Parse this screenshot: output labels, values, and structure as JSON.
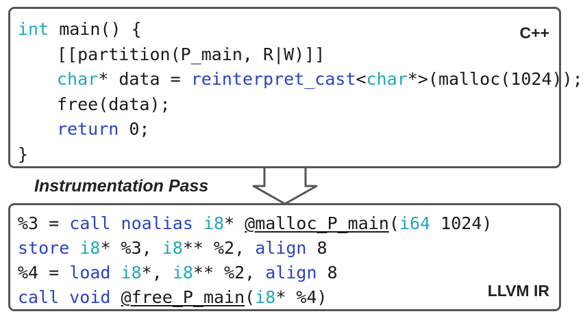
{
  "cpp_panel": {
    "language_label": "C++",
    "lines": [
      [
        {
          "t": "int",
          "c": "ty"
        },
        {
          "t": " main() {"
        }
      ],
      [
        {
          "t": "[[partition(P_main, R|W)]]"
        }
      ],
      [
        {
          "t": "char",
          "c": "ty"
        },
        {
          "t": "* data = "
        },
        {
          "t": "reinterpret_cast",
          "c": "kw"
        },
        {
          "t": "<"
        },
        {
          "t": "char",
          "c": "ty"
        },
        {
          "t": "*>(malloc(1024));"
        }
      ],
      [
        {
          "t": "free(data);"
        }
      ],
      [
        {
          "t": "return",
          "c": "kw"
        },
        {
          "t": " 0;"
        }
      ],
      [
        {
          "t": "}"
        }
      ]
    ],
    "indent": [
      0,
      1,
      1,
      1,
      1,
      0
    ]
  },
  "pass_label": "Instrumentation Pass",
  "ir_panel": {
    "language_label": "LLVM IR",
    "lines": [
      [
        {
          "t": "%3 = "
        },
        {
          "t": "call noalias",
          "c": "kw"
        },
        {
          "t": " "
        },
        {
          "t": "i8",
          "c": "ty"
        },
        {
          "t": "* "
        },
        {
          "t": "@malloc_P_main",
          "c": "u"
        },
        {
          "t": "("
        },
        {
          "t": "i64",
          "c": "ty"
        },
        {
          "t": " 1024)"
        }
      ],
      [
        {
          "t": "store",
          "c": "kw"
        },
        {
          "t": " "
        },
        {
          "t": "i8",
          "c": "ty"
        },
        {
          "t": "* %3, "
        },
        {
          "t": "i8",
          "c": "ty"
        },
        {
          "t": "** %2, "
        },
        {
          "t": "align",
          "c": "kw"
        },
        {
          "t": " 8"
        }
      ],
      [
        {
          "t": "%4 = "
        },
        {
          "t": "load",
          "c": "kw"
        },
        {
          "t": " "
        },
        {
          "t": "i8",
          "c": "ty"
        },
        {
          "t": "*, "
        },
        {
          "t": "i8",
          "c": "ty"
        },
        {
          "t": "** %2, "
        },
        {
          "t": "align",
          "c": "kw"
        },
        {
          "t": " 8"
        }
      ],
      [
        {
          "t": "call void",
          "c": "kw"
        },
        {
          "t": " "
        },
        {
          "t": "@free_P_main",
          "c": "u"
        },
        {
          "t": "("
        },
        {
          "t": "i8",
          "c": "ty"
        },
        {
          "t": "* %4)"
        }
      ]
    ]
  },
  "colors": {
    "keyword": "#2b42c6",
    "type": "#22a7b8",
    "border": "#555555"
  }
}
